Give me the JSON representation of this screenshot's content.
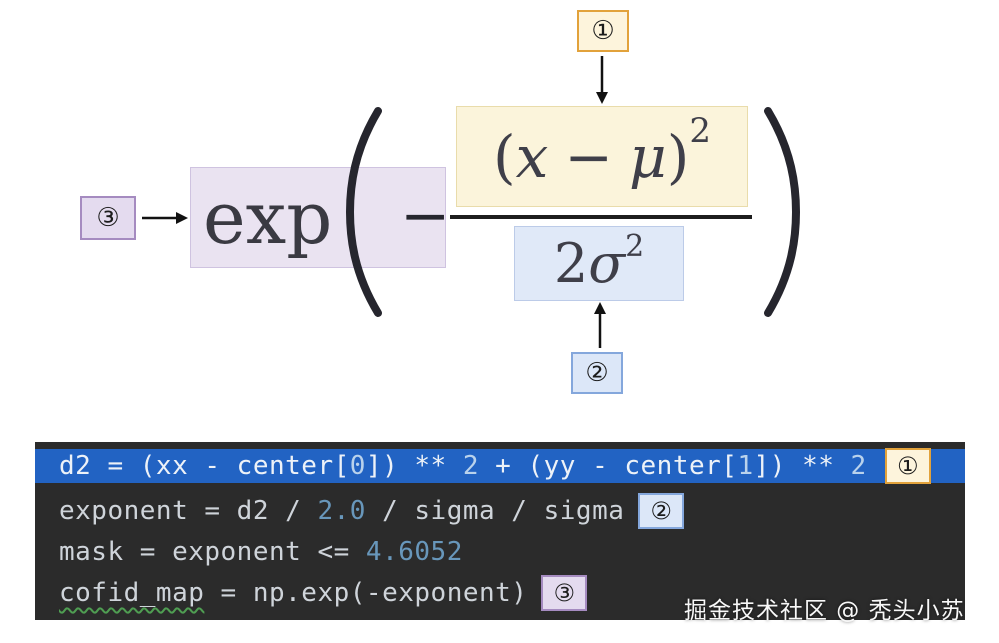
{
  "annotations": {
    "one": "①",
    "two": "②",
    "three": "③"
  },
  "formula": {
    "exp": "exp",
    "minus": "−",
    "numerator": {
      "open": "(",
      "x": "x",
      "minus": "−",
      "mu": "μ",
      "close": ")",
      "power": "2"
    },
    "denominator": {
      "coef": "2",
      "sigma": "σ",
      "power": "2"
    }
  },
  "code": {
    "lines": [
      {
        "annotation": "①",
        "segments": [
          {
            "t": "d2 = (xx - center[",
            "c": "plain"
          },
          {
            "t": "0",
            "c": "number"
          },
          {
            "t": "]) ** ",
            "c": "plain"
          },
          {
            "t": "2",
            "c": "number"
          },
          {
            "t": " + (yy - center[",
            "c": "plain"
          },
          {
            "t": "1",
            "c": "number"
          },
          {
            "t": "]) ** ",
            "c": "plain"
          },
          {
            "t": "2",
            "c": "number"
          }
        ]
      },
      {
        "annotation": "②",
        "segments": [
          {
            "t": "exponent = d2 / ",
            "c": "plain"
          },
          {
            "t": "2.0",
            "c": "number"
          },
          {
            "t": " / sigma / sigma",
            "c": "plain"
          }
        ]
      },
      {
        "annotation": null,
        "segments": [
          {
            "t": "mask = exponent <= ",
            "c": "plain"
          },
          {
            "t": "4.6052",
            "c": "number"
          }
        ]
      },
      {
        "annotation": "③",
        "segments": [
          {
            "t": "cofid_map",
            "c": "identifier-underlined"
          },
          {
            "t": " = np.exp(-exponent)",
            "c": "plain"
          }
        ]
      }
    ]
  },
  "watermark": "掘金技术社区 @ 秃头小苏",
  "colors": {
    "annotation_orange": "#e2a23b",
    "annotation_blue": "#84a7dc",
    "annotation_purple": "#a58bc0",
    "highlight_cream": "#fbf4db",
    "highlight_blue": "#e0e9f8",
    "highlight_lavender": "#eae3f1",
    "code_background": "#2b2b2b",
    "selected_line_blue": "#2263c3",
    "code_text": "#cfd4da",
    "number_color": "#6897bb"
  }
}
